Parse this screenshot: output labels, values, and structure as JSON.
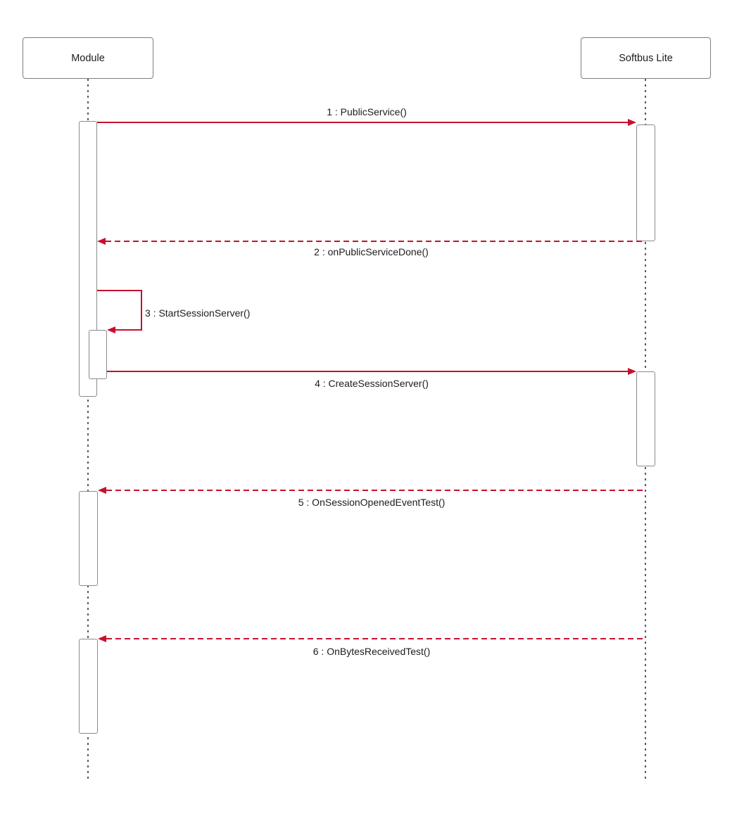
{
  "diagram": {
    "type": "uml-sequence",
    "participants": [
      {
        "name": "Module"
      },
      {
        "name": "Softbus Lite"
      }
    ],
    "messages": [
      {
        "seq": 1,
        "label": "1 : PublicService()",
        "from": "Module",
        "to": "Softbus Lite",
        "line": "solid",
        "direction": "right"
      },
      {
        "seq": 2,
        "label": "2 : onPublicServiceDone()",
        "from": "Softbus Lite",
        "to": "Module",
        "line": "dashed",
        "direction": "left"
      },
      {
        "seq": 3,
        "label": "3 : StartSessionServer()",
        "from": "Module",
        "to": "Module",
        "line": "solid",
        "direction": "self"
      },
      {
        "seq": 4,
        "label": "4 : CreateSessionServer()",
        "from": "Module",
        "to": "Softbus Lite",
        "line": "solid",
        "direction": "right"
      },
      {
        "seq": 5,
        "label": "5 : OnSessionOpenedEventTest()",
        "from": "Softbus Lite",
        "to": "Module",
        "line": "dashed",
        "direction": "left"
      },
      {
        "seq": 6,
        "label": "6 : OnBytesReceivedTest()",
        "from": "Softbus Lite",
        "to": "Module",
        "line": "dashed",
        "direction": "left"
      }
    ],
    "colors": {
      "message_arrow": "#c8102e",
      "activation_border": "#8a8a8a",
      "lifeline": "#5a5a5a",
      "text": "#1c1c1c",
      "background": "#ffffff"
    }
  }
}
